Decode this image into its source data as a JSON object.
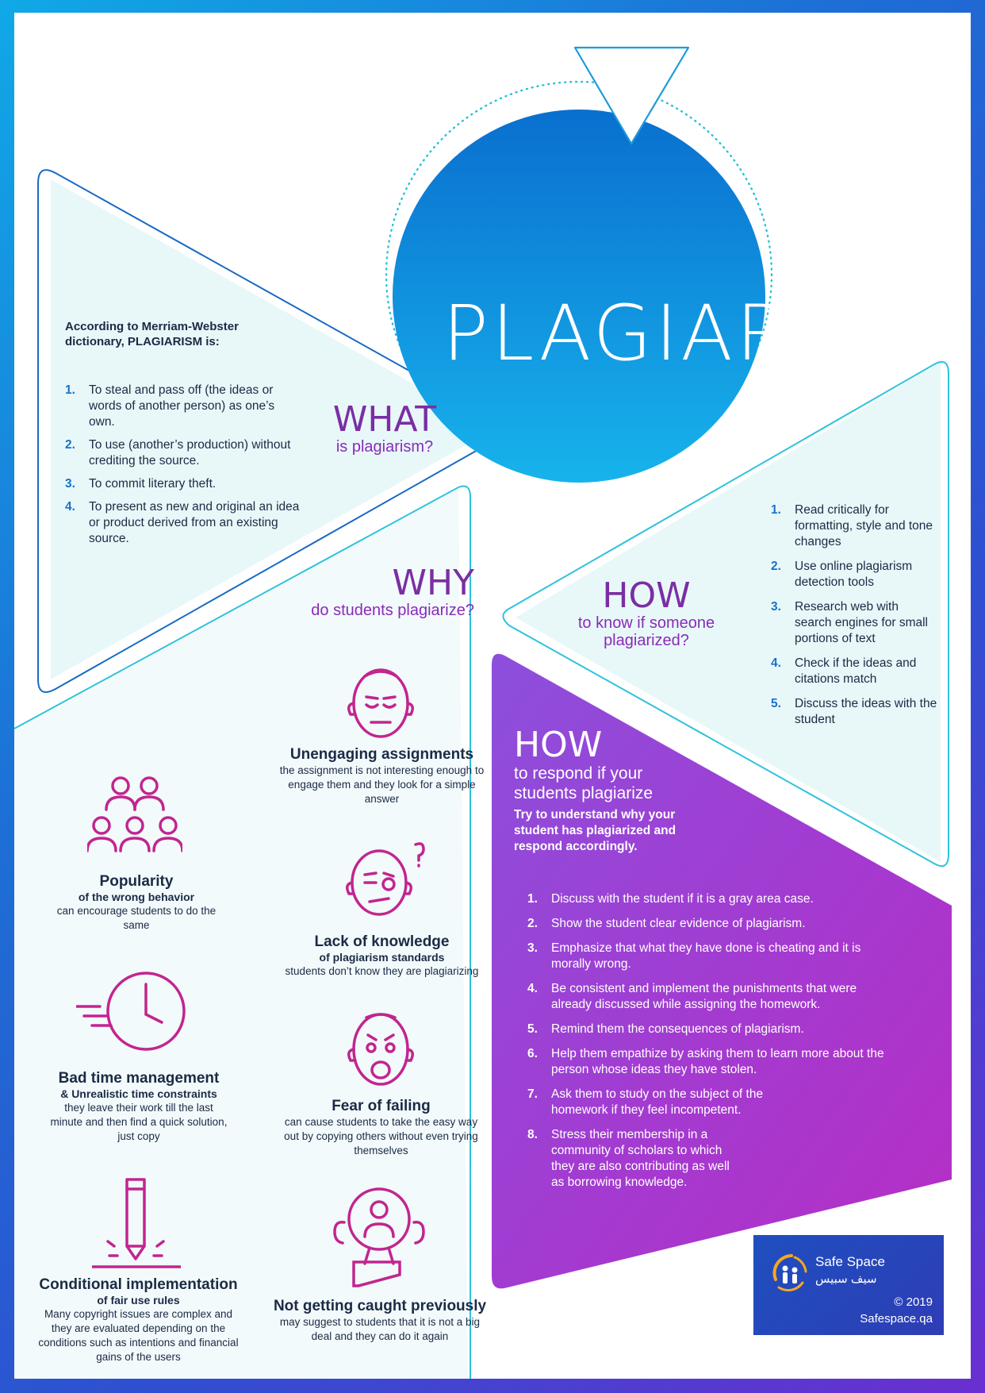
{
  "title": "PLAGIARISM",
  "what": {
    "heading": "WHAT",
    "subheading": "is plagiarism?",
    "intro": "According to Merriam-Webster dictionary, PLAGIARISM is:",
    "items": [
      {
        "num": "1.",
        "text": "To steal and pass off (the ideas or words of another person) as one’s own."
      },
      {
        "num": "2.",
        "text": "To use (another’s production) without crediting the source."
      },
      {
        "num": "3.",
        "text": "To commit literary theft."
      },
      {
        "num": "4.",
        "text": "To present as new and original an idea or product derived from an existing source."
      }
    ]
  },
  "why": {
    "heading": "WHY",
    "subheading": "do students plagiarize?",
    "reasons": {
      "unengaging": {
        "title": "Unengaging assignments",
        "sub": "",
        "desc": "the assignment is not interesting enough to engage them and they look for a simple answer",
        "icon": "bored-face-icon"
      },
      "popularity": {
        "title": "Popularity",
        "sub": "of the wrong behavior",
        "desc": "can encourage students to do the same",
        "icon": "crowd-icon"
      },
      "knowledge": {
        "title": "Lack of knowledge",
        "sub": "of plagiarism standards",
        "desc": "students don’t know they are plagiarizing",
        "icon": "confused-face-icon"
      },
      "time": {
        "title": "Bad time management",
        "sub": "& Unrealistic time constraints",
        "desc": "they leave their work till the last minute and then find a quick solution, just copy",
        "icon": "clock-icon"
      },
      "fear": {
        "title": "Fear of failing",
        "sub": "",
        "desc": "can cause students to take the easy way out by copying others without even trying themselves",
        "icon": "scared-face-icon"
      },
      "fairuse": {
        "title": "Conditional implementation",
        "sub": "of fair use rules",
        "desc": "Many copyright issues are complex and they are evaluated depending on the conditions such as intentions and financial gains of the users",
        "icon": "pencil-icon"
      },
      "caught": {
        "title": "Not getting caught previously",
        "sub": "",
        "desc": "may suggest to students that it is not a big deal and they can do it again",
        "icon": "magnifier-person-icon"
      }
    }
  },
  "know": {
    "heading": "HOW",
    "subheading": "to know if someone plagiarized?",
    "items": [
      {
        "num": "1.",
        "text": "Read critically for formatting, style and tone changes"
      },
      {
        "num": "2.",
        "text": "Use online plagiarism detection tools"
      },
      {
        "num": "3.",
        "text": "Research web with search engines for small portions of text"
      },
      {
        "num": "4.",
        "text": "Check if the ideas and citations match"
      },
      {
        "num": "5.",
        "text": "Discuss the ideas with the student"
      }
    ]
  },
  "respond": {
    "heading": "HOW",
    "subheading": "to respond if your students plagiarize",
    "intro": "Try to understand why your student has plagiarized and respond accordingly.",
    "items": [
      {
        "num": "1.",
        "text": "Discuss with the student if it is a gray area case."
      },
      {
        "num": "2.",
        "text": "Show the student clear evidence of plagiarism."
      },
      {
        "num": "3.",
        "text": "Emphasize that what they have done is cheating and it is morally wrong."
      },
      {
        "num": "4.",
        "text": "Be consistent and implement the punishments that were already discussed while assigning the homework."
      },
      {
        "num": "5.",
        "text": "Remind them the consequences of plagiarism."
      },
      {
        "num": "6.",
        "text": "Help them empathize by asking them to learn more about the person whose ideas they have stolen."
      },
      {
        "num": "7.",
        "text": "Ask them to study on the subject of the homework if they feel incompetent."
      },
      {
        "num": "8.",
        "text": "Stress their membership in a community of scholars to which they are also contributing as well as borrowing knowledge."
      }
    ]
  },
  "footer": {
    "brand": "Safe Space",
    "brand_arabic": "سيف سبيس",
    "copyright": "© 2019",
    "website": "Safespace.qa"
  },
  "colors": {
    "blue": "#1872c9",
    "cyan": "#3fd2e0",
    "purple": "#8a2bb8",
    "magenta": "#c2258f",
    "text": "#1b2a45"
  }
}
